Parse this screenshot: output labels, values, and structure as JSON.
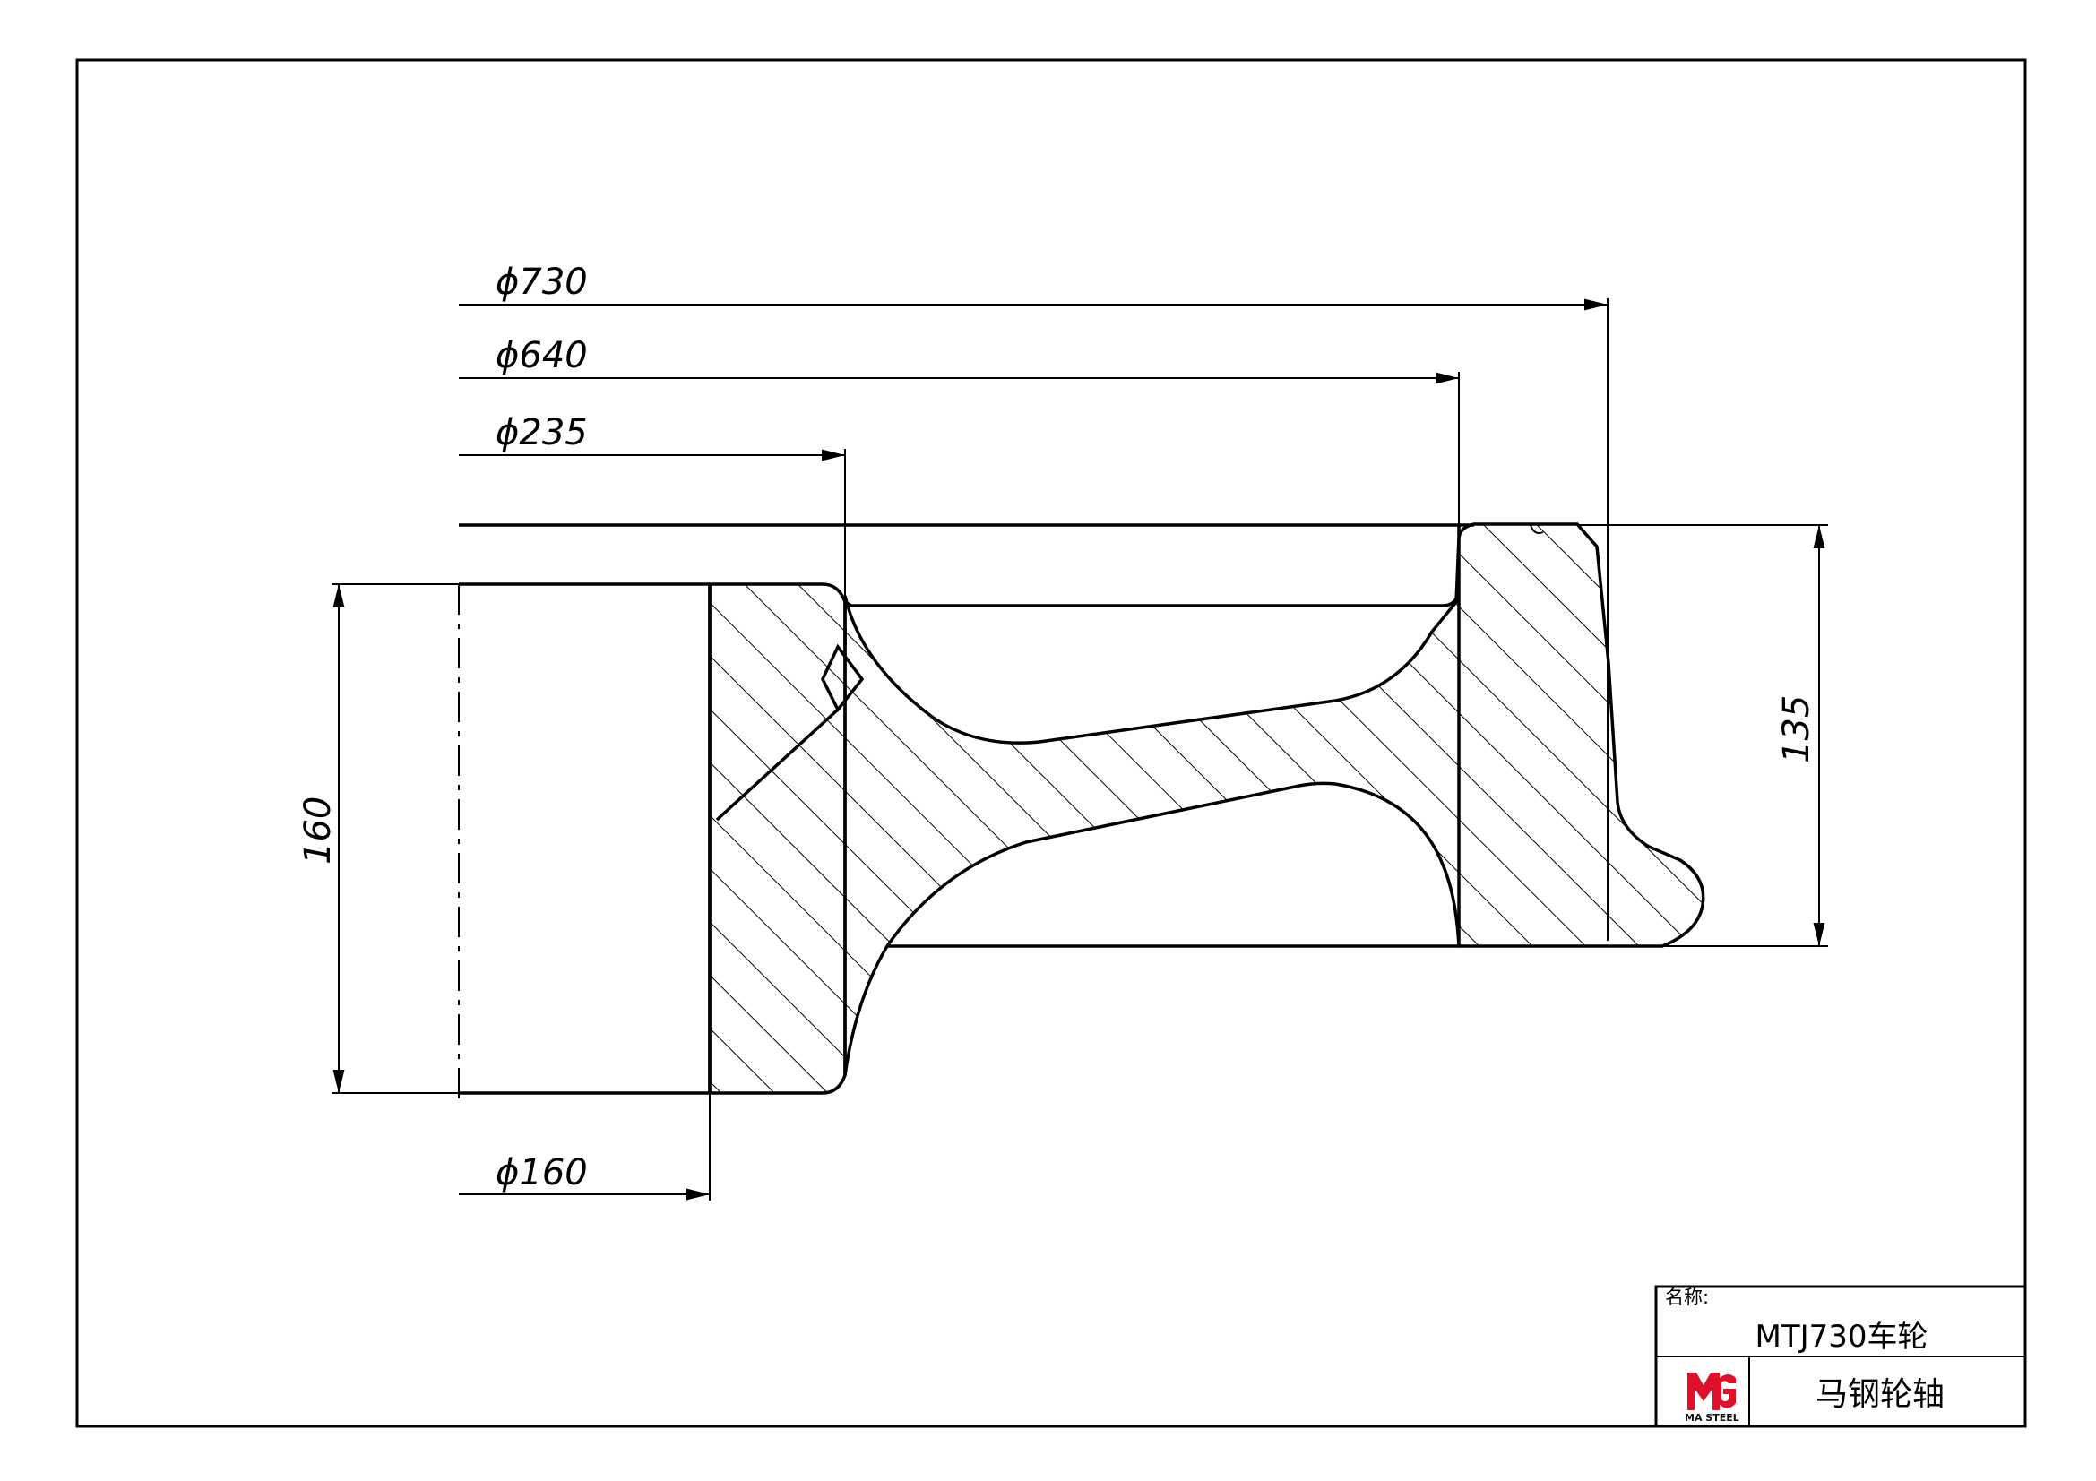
{
  "drawing": {
    "dimensions": {
      "d730": "ϕ730",
      "d640": "ϕ640",
      "d235": "ϕ235",
      "d160": "ϕ160",
      "h160": "160",
      "h135": "135"
    }
  },
  "title_block": {
    "name_label": "名称:",
    "part_name": "MTJ730车轮",
    "company": "马钢轮轴",
    "logo_text": "MA STEEL",
    "logo_color": "#e0102a"
  }
}
